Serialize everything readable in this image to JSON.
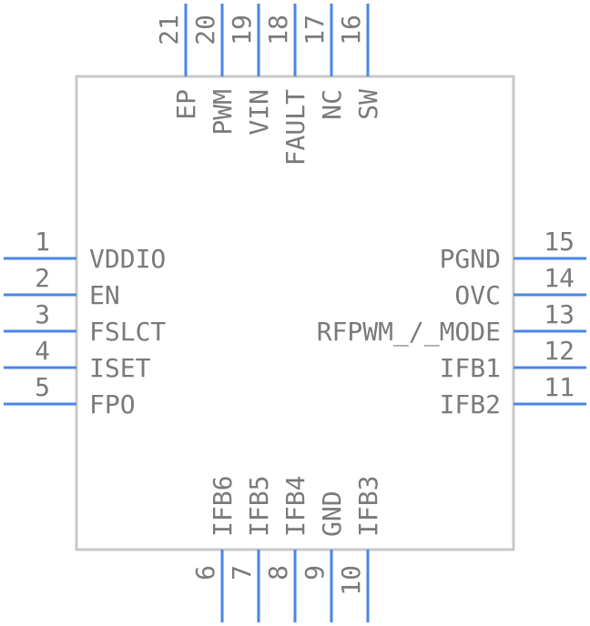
{
  "colors": {
    "body_outline": "#c8c8c8",
    "pin_line": "#4a86e8",
    "text": "#7a7a7a"
  },
  "pins": {
    "left": [
      {
        "number": "1",
        "name": "VDDIO"
      },
      {
        "number": "2",
        "name": "EN"
      },
      {
        "number": "3",
        "name": "FSLCT"
      },
      {
        "number": "4",
        "name": "ISET"
      },
      {
        "number": "5",
        "name": "FPO"
      }
    ],
    "right": [
      {
        "number": "15",
        "name": "PGND"
      },
      {
        "number": "14",
        "name": "OVC"
      },
      {
        "number": "13",
        "name": "RFPWM_/_MODE"
      },
      {
        "number": "12",
        "name": "IFB1"
      },
      {
        "number": "11",
        "name": "IFB2"
      }
    ],
    "top": [
      {
        "number": "21",
        "name": "EP"
      },
      {
        "number": "20",
        "name": "PWM"
      },
      {
        "number": "19",
        "name": "VIN"
      },
      {
        "number": "18",
        "name": "FAULT"
      },
      {
        "number": "17",
        "name": "NC"
      },
      {
        "number": "16",
        "name": "SW"
      }
    ],
    "bottom": [
      {
        "number": "6",
        "name": "IFB6"
      },
      {
        "number": "7",
        "name": "IFB5"
      },
      {
        "number": "8",
        "name": "IFB4"
      },
      {
        "number": "9",
        "name": "GND"
      },
      {
        "number": "10",
        "name": "IFB3"
      }
    ]
  }
}
